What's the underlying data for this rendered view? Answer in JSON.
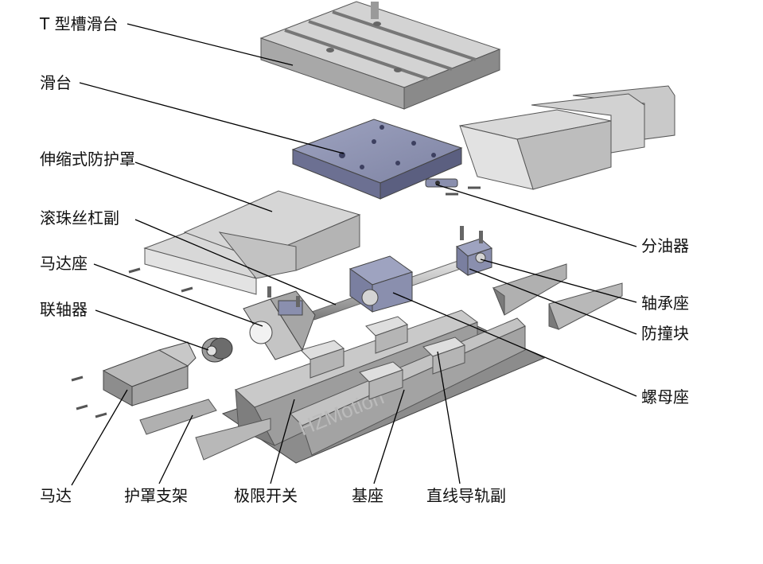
{
  "labels": {
    "t_slot_table": "T 型槽滑台",
    "slide_table": "滑台",
    "telescopic_cover": "伸缩式防护罩",
    "ball_screw": "滚珠丝杠副",
    "motor_mount": "马达座",
    "coupling": "联轴器",
    "oil_distributor": "分油器",
    "bearing_block": "轴承座",
    "bumper": "防撞块",
    "nut_block": "螺母座",
    "motor": "马达",
    "cover_bracket": "护罩支架",
    "limit_switch": "极限开关",
    "base": "基座",
    "linear_guide": "直线导轨副"
  },
  "watermark": "HZMotion",
  "colors": {
    "slide_blue": "#8a8fae",
    "gray_light": "#d4d4d4",
    "gray_mid": "#a9a9a9",
    "gray_dark": "#6e6e6e",
    "leader": "#000000"
  }
}
